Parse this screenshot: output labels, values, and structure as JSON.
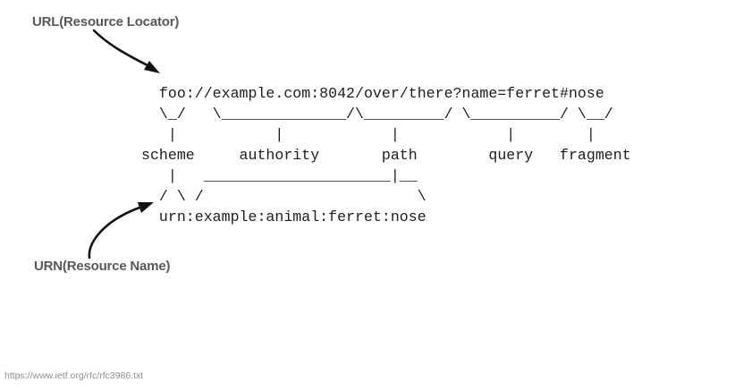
{
  "page": {
    "background": "#ffffff",
    "source_url": "https://www.ietf.org/rfc/rfc3986.txt"
  },
  "annotations": {
    "url_label": "URL(Resource Locator)",
    "urn_label": "URN(Resource Name)",
    "label_color": "#58585a",
    "arrow_color": "#111111"
  },
  "diagram": {
    "font": "monospace",
    "text_color": "#1d1d1f",
    "uri_example": "foo://example.com:8042/over/there?name=ferret#nose",
    "urn_example": "urn:example:animal:ferret:nose",
    "component_labels": [
      "scheme",
      "authority",
      "path",
      "query",
      "fragment"
    ],
    "ascii_rows": [
      "  foo://example.com:8042/over/there?name=ferret#nose",
      "  \\_/   \\______________/\\_________/ \\__________/ \\__/",
      "   |           |            |            |        |",
      "scheme     authority       path        query   fragment",
      "   |   _____________________|__",
      "  / \\ /                        \\",
      "  urn:example:animal:ferret:nose"
    ]
  },
  "footer": {
    "source": "https://www.ietf.org/rfc/rfc3986.txt"
  }
}
